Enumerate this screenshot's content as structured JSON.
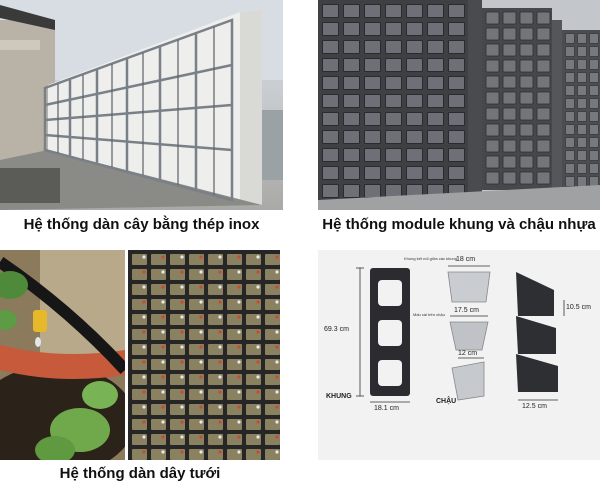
{
  "captions": {
    "steel_frame": "Hệ thống dàn cây bằng thép inox",
    "module_pots": "Hệ thống module khung và chậu nhựa",
    "irrigation": "Hệ thống dàn dây tưới"
  },
  "diagram": {
    "frame_height": "69.3 cm",
    "frame_width": "18.1 cm",
    "frame_label": "KHUNG",
    "pot_label": "CHẬU",
    "pot_top_width": "18 cm",
    "pot_mid_width": "17.5 cm",
    "pot_bottom_width": "12 cm",
    "stack_height": "10.5 cm",
    "stack_width": "12.5 cm",
    "note_frame_top": "Khung kết nối giữa các khung",
    "note_pot_mount": "Mấu cài trên chậu"
  }
}
